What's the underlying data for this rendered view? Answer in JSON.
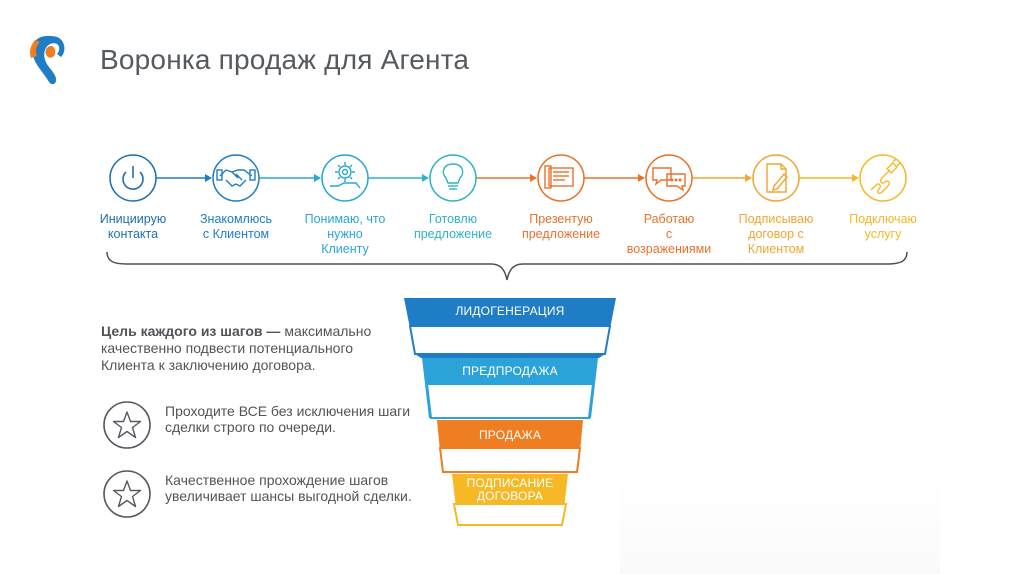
{
  "title": "Воронка продаж для Агента",
  "colors": {
    "blue_dark": "#1f7dc6",
    "blue_mid": "#2e9ad3",
    "teal": "#2bb0c9",
    "orange": "#ef7d22",
    "orange_light": "#f4a23a",
    "yellow": "#f6b824",
    "gray_text": "#555a60"
  },
  "steps": [
    {
      "label": "Инициирую\nконтакта",
      "icon": "power-icon",
      "color": "#1f6fae"
    },
    {
      "label": "Знакомлюсь\nс Клиентом",
      "icon": "handshake-icon",
      "color": "#1f7dc6"
    },
    {
      "label": "Понимаю, что\nнужно\nКлиенту",
      "icon": "gear-hand-icon",
      "color": "#2aa6d6"
    },
    {
      "label": "Готовлю\nпредложение",
      "icon": "lightbulb-icon",
      "color": "#2fb3c4"
    },
    {
      "label": "Презентую\nпредложение",
      "icon": "presentation-icon",
      "color": "#e8722a"
    },
    {
      "label": "Работаю\nс\nвозражениями",
      "icon": "chat-bubbles-icon",
      "color": "#e8722a"
    },
    {
      "label": "Подписываю\nдоговор с\nКлиентом",
      "icon": "document-sign-icon",
      "color": "#f2a531"
    },
    {
      "label": "Подключаю\nуслугу",
      "icon": "cable-plug-icon",
      "color": "#f6b824"
    }
  ],
  "goal": {
    "bold": "Цель каждого из шагов —",
    "text": "максимально качественно подвести потенциального Клиента к заключению договора."
  },
  "bullets": [
    {
      "text": "Проходите ВСЕ без исключения шаги сделки строго по очереди.",
      "icon": "star-icon"
    },
    {
      "text": "Качественное прохождение шагов увеличивает шансы выгодной сделки.",
      "icon": "star-icon"
    }
  ],
  "funnel": [
    {
      "label": "ЛИДОГЕНЕРАЦИЯ",
      "color": "#1f7dc6"
    },
    {
      "label": "ПРЕДПРОДАЖА",
      "color": "#2ba3d9"
    },
    {
      "label": "ПРОДАЖА",
      "color": "#ef7d22"
    },
    {
      "label": "ПОДПИСАНИЕ\nДОГОВОРА",
      "color": "#f6b824"
    }
  ]
}
